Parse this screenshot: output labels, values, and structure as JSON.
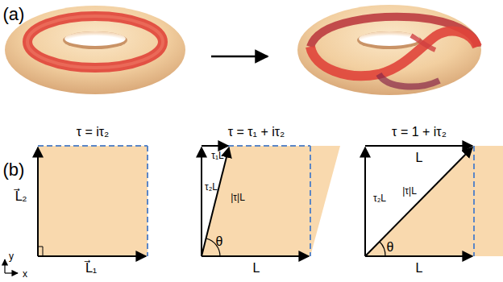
{
  "diagram": {
    "labels": [
      "(a)",
      "(b)",
      "τ = iτ₂",
      "L⃗₂",
      "L⃗₁",
      "y",
      "x",
      "τ = τ₁ + iτ₂",
      "τ₁L",
      "τ₂L",
      "|τ|L",
      "θ",
      "L",
      "τ = 1 + iτ₂",
      "L",
      "τ₂L",
      "|τ|L",
      "θ",
      "L"
    ]
  }
}
